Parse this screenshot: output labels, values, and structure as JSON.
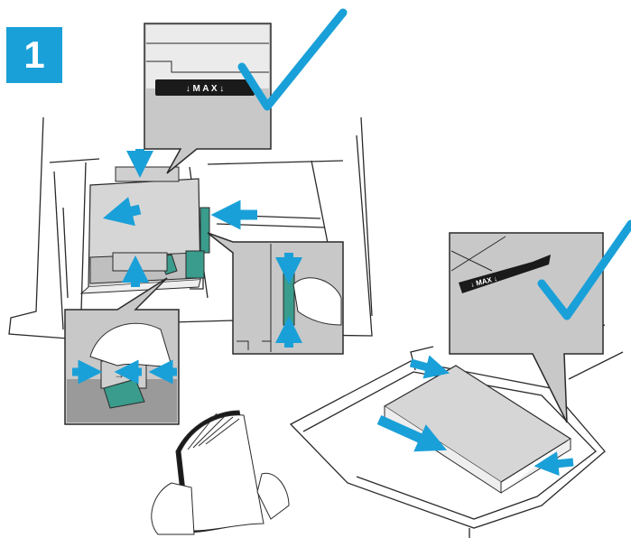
{
  "step_number": "1",
  "max_label": "↓ M A X ↓",
  "max_label_small": "↓ MAX ↓",
  "colors": {
    "accent_blue": "#1aa0d8",
    "badge_blue": "#1aa0d8",
    "lever_green": "#3a9c8c",
    "paper_gray": "#d6d6d6",
    "callout_gray": "#c8c8c8",
    "line_dark": "#2a2a2a",
    "label_black": "#1a1a1a"
  },
  "icons": [
    "check-mark-icon",
    "arrow-icon",
    "max-fill-label-icon",
    "paper-guide-lever-icon"
  ]
}
